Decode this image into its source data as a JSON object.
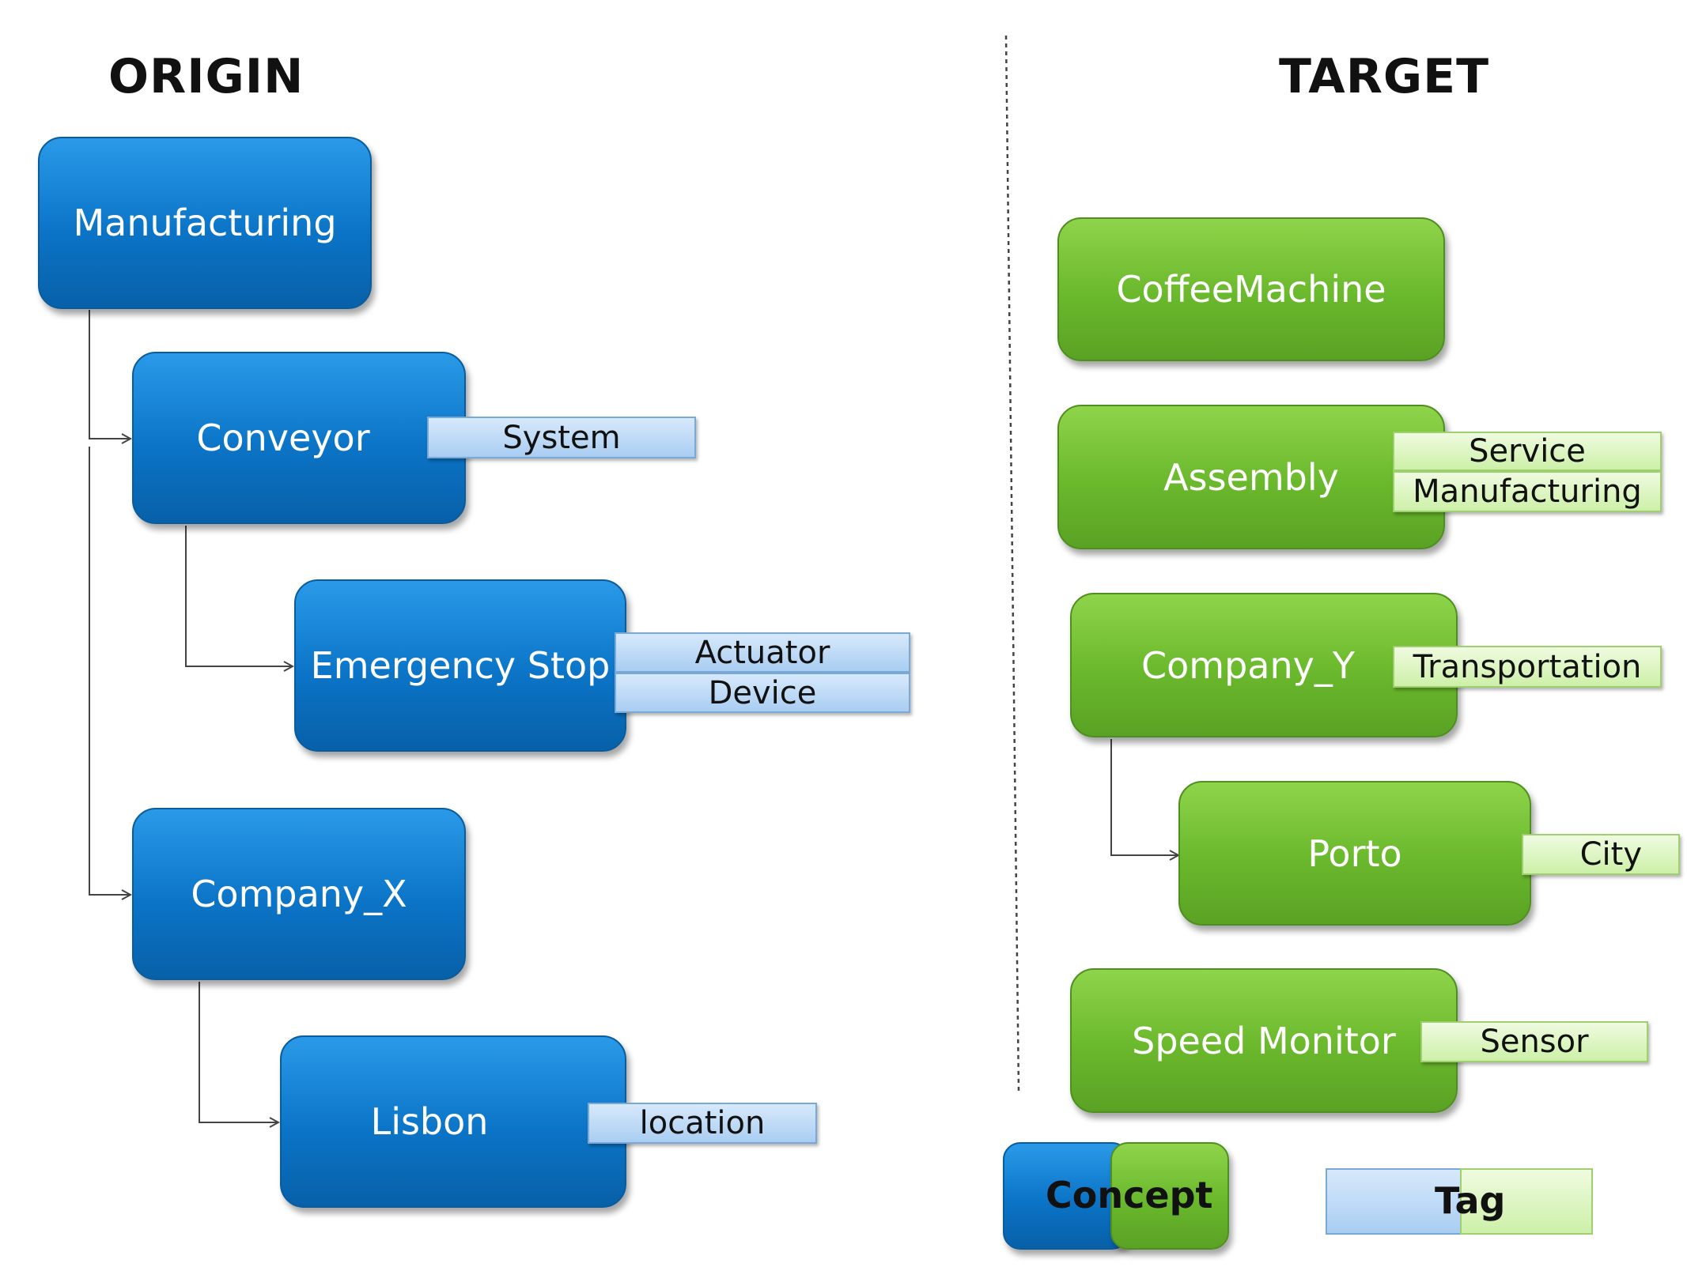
{
  "origin": {
    "heading": "ORIGIN",
    "nodes": {
      "manufacturing": "Manufacturing",
      "conveyor": "Conveyor",
      "emergency_stop": "Emergency Stop",
      "company_x": "Company_X",
      "lisbon": "Lisbon"
    },
    "tags": {
      "system": "System",
      "actuator": "Actuator",
      "device": "Device",
      "location": "location"
    }
  },
  "target": {
    "heading": "TARGET",
    "nodes": {
      "coffee_machine": "CoffeeMachine",
      "assembly": "Assembly",
      "company_y": "Company_Y",
      "porto": "Porto",
      "speed_monitor": "Speed Monitor"
    },
    "tags": {
      "service": "Service",
      "manufacturing": "Manufacturing",
      "transportation": "Transportation",
      "city": "City",
      "sensor": "Sensor"
    }
  },
  "legend": {
    "concept": "Concept",
    "tag": "Tag"
  },
  "colors": {
    "origin_concept": "#0b74c7",
    "target_concept": "#6ab82c",
    "origin_tag": "#a9cdf2",
    "target_tag": "#cdf0a8"
  }
}
